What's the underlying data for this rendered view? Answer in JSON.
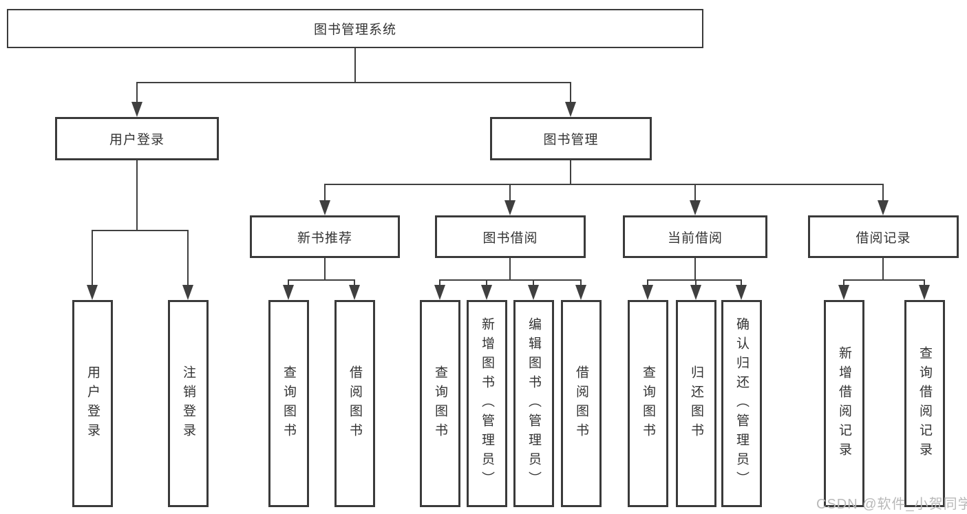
{
  "root": {
    "label": "图书管理系统"
  },
  "level2": {
    "user_login": "用户登录",
    "book_mgmt": "图书管理"
  },
  "level3": {
    "new_books": "新书推荐",
    "borrowing": "图书借阅",
    "current": "当前借阅",
    "records": "借阅记录"
  },
  "leaves": {
    "user_login": "用户登录",
    "logout": "注销登录",
    "nb_query": "查询图书",
    "nb_borrow": "借阅图书",
    "bb_query": "查询图书",
    "bb_add": "新增图书（管理员）",
    "bb_edit": "编辑图书（管理员）",
    "bb_borrow": "借阅图书",
    "cb_query": "查询图书",
    "cb_return": "归还图书",
    "cb_confirm": "确认归还（管理员）",
    "rec_add": "新增借阅记录",
    "rec_query": "查询借阅记录"
  },
  "watermark": {
    "text": "CSDN @软件_小贺同学"
  },
  "colors": {
    "line": "#3f3f3f",
    "text": "#333333",
    "watermark": "#b9b9b9",
    "background": "#ffffff"
  }
}
